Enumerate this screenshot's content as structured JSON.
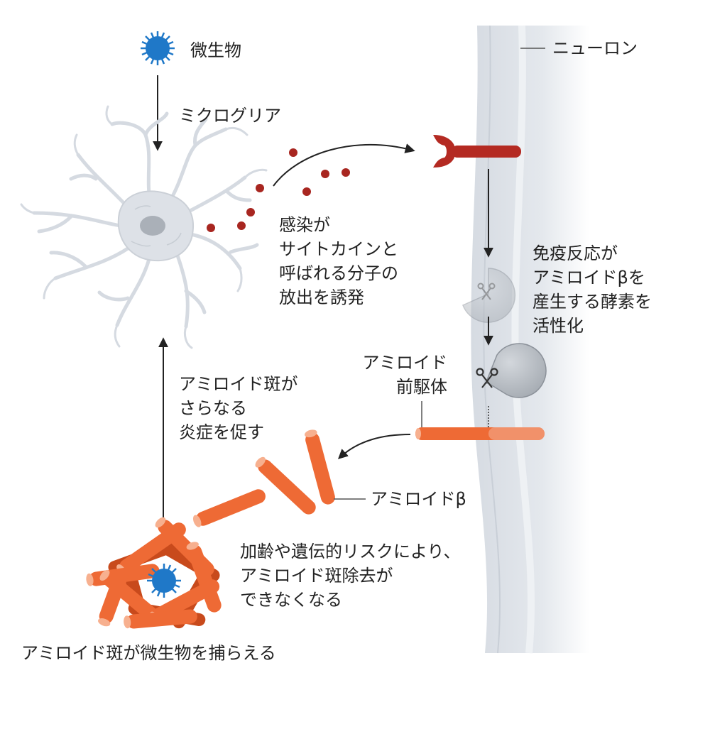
{
  "labels": {
    "microbe": "微生物",
    "microglia": "ミクログリア",
    "neuron": "ニューロン",
    "cytokine": [
      "感染が",
      "サイトカインと",
      "呼ばれる分子の",
      "放出を誘発"
    ],
    "enzyme": [
      "免疫反応が",
      "アミロイドβを",
      "産生する酵素を",
      "活性化"
    ],
    "precursor": [
      "アミロイド",
      "前駆体"
    ],
    "plaque_inflammation": [
      "アミロイド斑が",
      "さらなる",
      "炎症を促す"
    ],
    "amyloid_beta": "アミロイドβ",
    "aging": [
      "加齢や遺伝的リスクにより、",
      "アミロイド斑除去が",
      "できなくなる"
    ],
    "capture": "アミロイド斑が微生物を捕らえる"
  },
  "colors": {
    "microbe": "#1f78c8",
    "cytokine": "#a82620",
    "receptor": "#b42a22",
    "amyloid": "#ee6a35",
    "amyloid_dark": "#c84a1c",
    "neuron": "#dfe3e9",
    "glia": "#dde1e7",
    "enzyme": "#b4b9bf",
    "arrow": "#222222"
  },
  "icons": [
    "virus-icon",
    "scissors-icon"
  ]
}
